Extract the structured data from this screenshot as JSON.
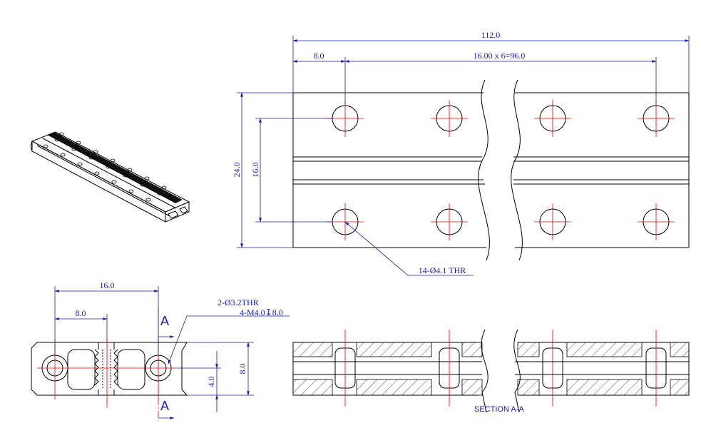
{
  "colors": {
    "dimension": "#1a1aa8",
    "centerline": "#e00000",
    "object": "#000000",
    "background": "#ffffff"
  },
  "top_view": {
    "overall_length": "112.0",
    "first_offset": "8.0",
    "pitch_note": "16.00 x 6=96.0",
    "overall_width": "24.0",
    "hole_spacing": "16.0",
    "hole_callout": "14-Ø4.1 THR"
  },
  "end_view": {
    "pitch": "16.0",
    "half_pitch": "8.0",
    "hole_note_1": "2-Ø3.2THR",
    "hole_note_2": "4-M4.0↧8.0",
    "height": "8.0",
    "half_height": "4.0",
    "section_mark_top": "A",
    "section_mark_bottom": "A"
  },
  "section_view": {
    "label": "SECTION A-A"
  }
}
